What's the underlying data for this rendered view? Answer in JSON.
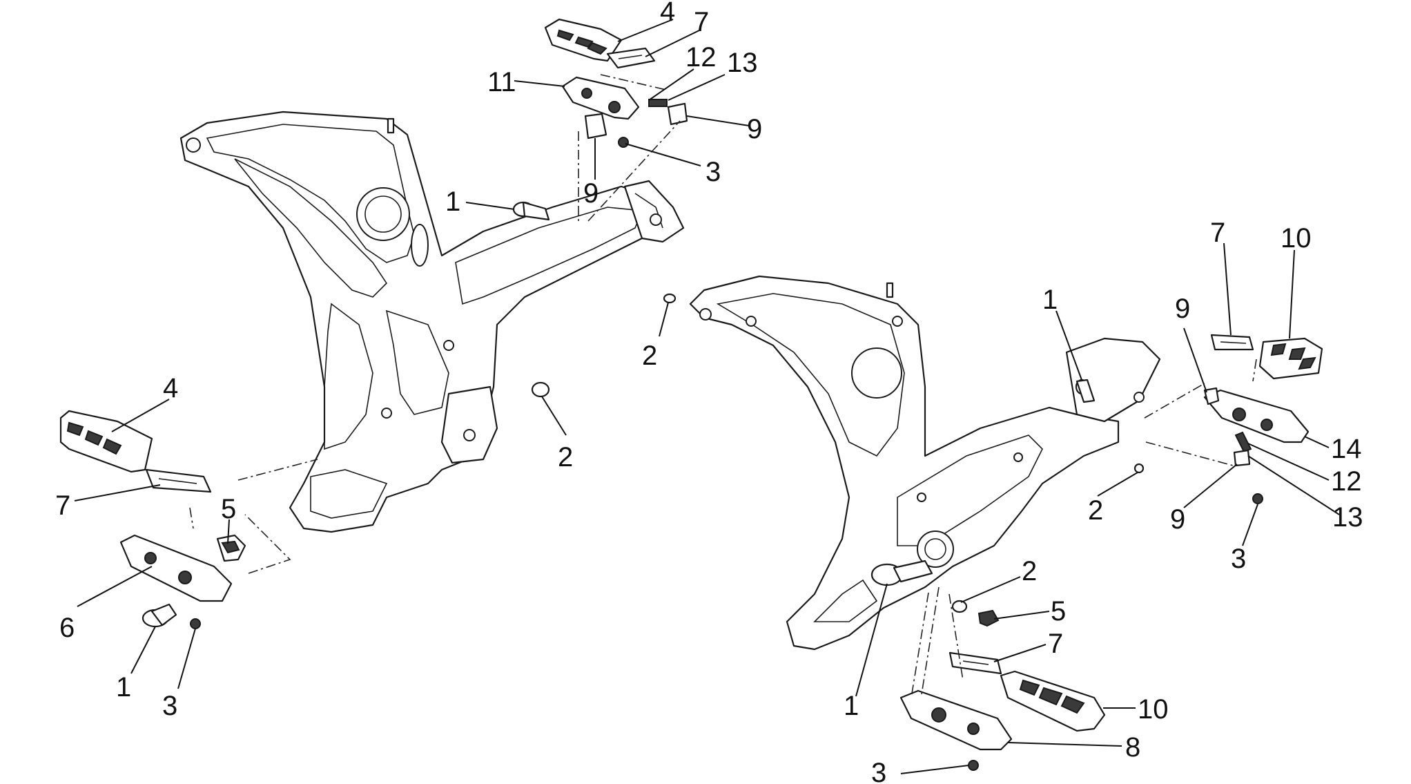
{
  "callouts": {
    "c_top_4": "4",
    "c_top_7": "7",
    "c_top_11": "11",
    "c_top_12": "12",
    "c_top_13": "13",
    "c_top_9a": "9",
    "c_top_3": "3",
    "c_top_9b": "9",
    "c_lf_1": "1",
    "c_lf_2a": "2",
    "c_lf_2b": "2",
    "c_ll_4": "4",
    "c_ll_7": "7",
    "c_ll_5": "5",
    "c_ll_6": "6",
    "c_ll_1": "1",
    "c_ll_3": "3",
    "c_rf_1": "1",
    "c_rf_2a": "2",
    "c_rr_7": "7",
    "c_rr_10": "10",
    "c_rr_9a": "9",
    "c_rr_14": "14",
    "c_rr_12": "12",
    "c_rr_9b": "9",
    "c_rr_13": "13",
    "c_rr_3": "3",
    "c_rb_2": "2",
    "c_rb_5": "5",
    "c_rb_7": "7",
    "c_rb_1": "1",
    "c_rb_10": "10",
    "c_rb_8": "8",
    "c_rb_3": "3"
  },
  "colors": {
    "line": "#1a1a1a",
    "background": "#ffffff"
  }
}
